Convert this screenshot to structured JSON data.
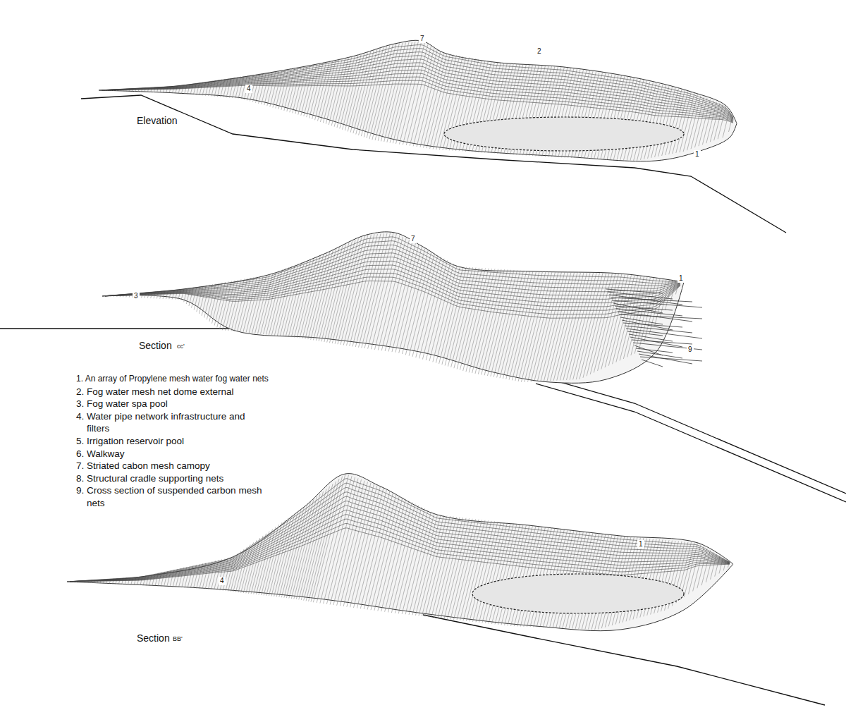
{
  "diagram": {
    "labels": [
      "7",
      "2",
      "4",
      "1",
      "Elevation",
      "7",
      "3",
      "1",
      "9",
      "Section",
      "cc'",
      "1. An array of Propylene mesh water fog water nets",
      "2. Fog water mesh net dome external",
      "3. Fog water spa pool",
      "4. Water pipe network infrastructure and filters",
      "5. Irrigation reservoir pool",
      "6. Walkway",
      "7. Striated cabon mesh camopy",
      "8. Structural cradle supporting nets",
      "9. Cross section of suspended carbon mesh nets",
      "1",
      "4",
      "Section",
      "BB'"
    ]
  }
}
